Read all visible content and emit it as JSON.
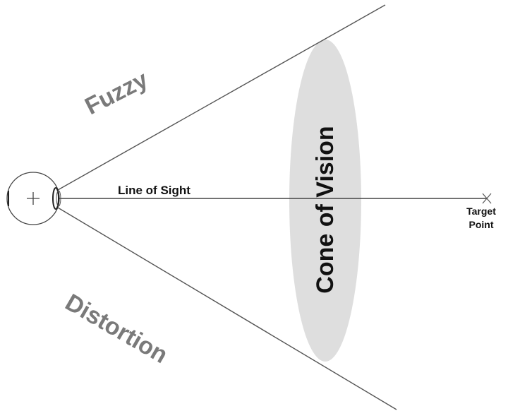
{
  "diagram": {
    "title": "Cone of Vision",
    "labels": {
      "fuzzy": "Fuzzy",
      "distortion": "Distortion",
      "line_of_sight": "Line of Sight",
      "cone_of_vision": "Cone of Vision",
      "target_point_line1": "Target",
      "target_point_line2": "Point"
    },
    "elements": {
      "eye": "eye-icon",
      "target": "target-x-marker",
      "cone": "cone-of-vision-ellipse"
    },
    "colors": {
      "line": "#444444",
      "ellipse_fill": "#dedede",
      "muted_text": "#7a7a7a",
      "text": "#111111"
    }
  }
}
